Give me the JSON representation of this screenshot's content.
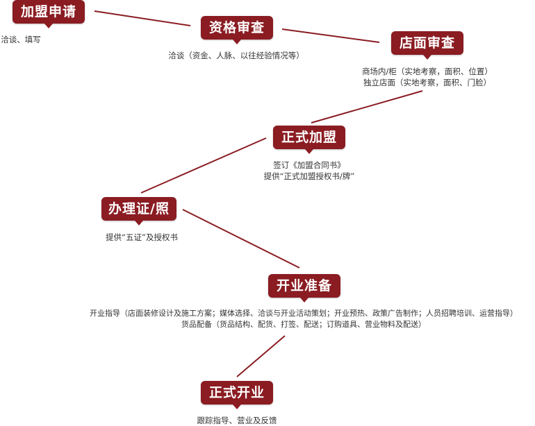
{
  "steps": [
    {
      "title": "加盟申请",
      "details": [
        "洽谈、填写"
      ]
    },
    {
      "title": "资格审查",
      "details": [
        "洽谈（资金、人脉、以往经验情况等）"
      ]
    },
    {
      "title": "店面审查",
      "details": [
        "商场内/柜（实地考察，面积、位置）",
        "独立店面（实地考察，面积、门脸）"
      ]
    },
    {
      "title": "正式加盟",
      "details": [
        "签订《加盟合同书》",
        "提供“正式加盟授权书/牌”"
      ]
    },
    {
      "title": "办理证/照",
      "details": [
        "提供“五证”及授权书"
      ]
    },
    {
      "title": "开业准备",
      "details": [
        "开业指导（店面装修设计及施工方案；媒体选择、洽谈与开业活动策划；开业预热、政策广告制作；人员招聘培训、运营指导）",
        "货品配备（货品结构、配货、打签、配送；订购道具、营业物料及配送）"
      ]
    },
    {
      "title": "正式开业",
      "details": [
        "跟踪指导、营业及反馈"
      ]
    }
  ],
  "colors": {
    "accent": "#8a1c22",
    "text": "#333333"
  }
}
